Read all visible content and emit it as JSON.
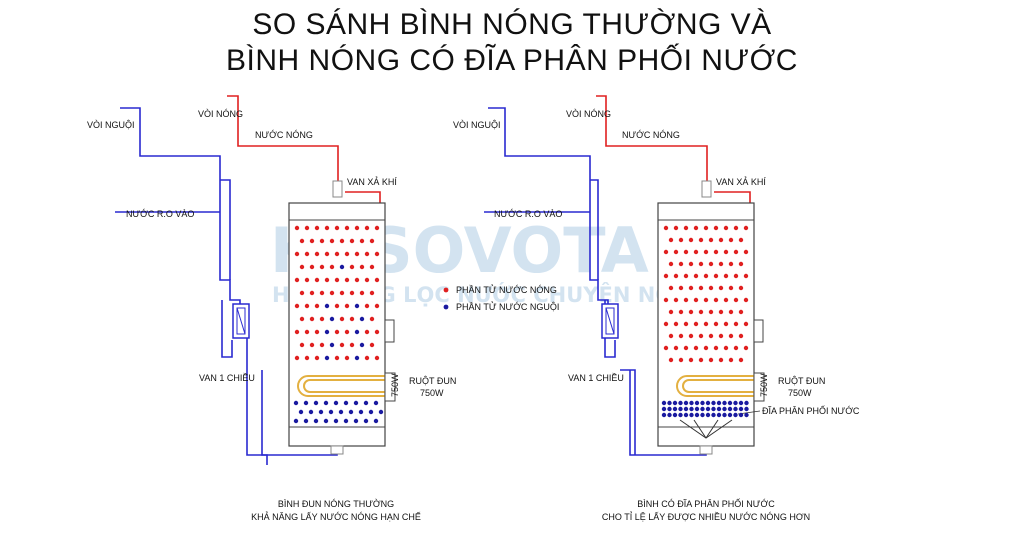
{
  "title": {
    "line1": "SO SÁNH BÌNH NÓNG THƯỜNG VÀ",
    "line2": "BÌNH NÓNG CÓ ĐĨA PHÂN PHỐI NƯỚC"
  },
  "watermark": {
    "brand": "KOSOVOTA",
    "tagline": "HỆ THỐNG LỌC NƯỚC CHUYÊN NGHIỆP"
  },
  "legend": {
    "hot": "PHẦN TỬ NƯỚC NÓNG",
    "cold": "PHẦN TỬ NƯỚC NGUỘI"
  },
  "left": {
    "cold_tap": "VÒI NGUỘI",
    "hot_tap": "VÒI NÓNG",
    "hot_water": "NƯỚC NÓNG",
    "air_valve": "VAN XẢ KHÍ",
    "ro_in": "NƯỚC R.O VÀO",
    "check_valve": "VAN 1 CHIỀU",
    "heater": "RUỘT ĐUN",
    "power": "750W",
    "caption1": "BÌNH ĐUN NÓNG THƯỜNG",
    "caption2": "KHẢ NĂNG LẤY NƯỚC NÓNG HẠN CHẾ"
  },
  "right": {
    "cold_tap": "VÒI NGUỘI",
    "hot_tap": "VÒI NÓNG",
    "hot_water": "NƯỚC NÓNG",
    "air_valve": "VAN XẢ KHÍ",
    "ro_in": "NƯỚC R.O VÀO",
    "check_valve": "VAN 1 CHIỀU",
    "heater": "RUỘT ĐUN",
    "power": "750W",
    "disc": "ĐĨA PHÂN PHỐI NƯỚC",
    "caption1": "BÌNH CÓ ĐĨA PHÂN PHỐI NƯỚC",
    "caption2": "CHO TỈ LỆ LẤY ĐƯỢC NHIỀU NƯỚC NÓNG HƠN"
  },
  "colors": {
    "hot": "#e02020",
    "cold": "#1a1aa0",
    "pipe_cold": "#2a2ad0",
    "pipe_hot": "#e02020"
  }
}
